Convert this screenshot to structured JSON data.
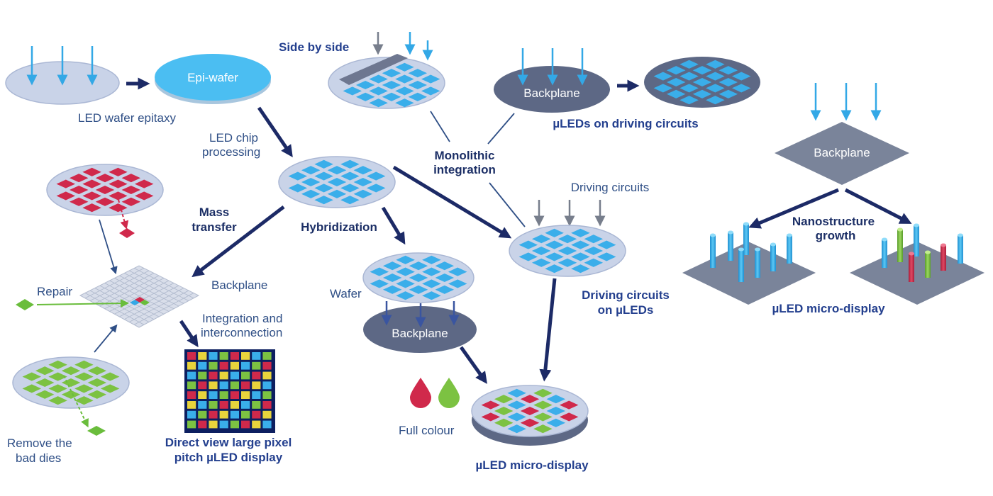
{
  "labels": {
    "led_wafer_epitaxy": "LED wafer epitaxy",
    "epi_wafer": "Epi-wafer",
    "led_chip_processing_1": "LED chip",
    "led_chip_processing_2": "processing",
    "side_by_side": "Side by side",
    "backplane": "Backplane",
    "uleds_on_driving_circuits": "µLEDs on driving circuits",
    "monolithic_1": "Monolithic",
    "monolithic_2": "integration",
    "mass_transfer_1": "Mass",
    "mass_transfer_2": "transfer",
    "hybridization": "Hybridization",
    "driving_circuits": "Driving circuits",
    "driving_on_uleds_1": "Driving circuits",
    "driving_on_uleds_2": "on µLEDs",
    "repair": "Repair",
    "integration_1": "Integration and",
    "integration_2": "interconnection",
    "wafer": "Wafer",
    "remove_bad_1": "Remove the",
    "remove_bad_2": "bad dies",
    "direct_view_1": "Direct view large pixel",
    "direct_view_2": "pitch µLED display",
    "full_colour": "Full colour",
    "micro_display": "µLED micro-display",
    "nano_growth_1": "Nanostructure",
    "nano_growth_2": "growth",
    "micro_display_right": "µLED micro-display"
  },
  "colors": {
    "navy": "#1c2a66",
    "wafer": "#c9d3e8",
    "wafer_edge": "#aab7d4",
    "epi": "#4bbef2",
    "chip": "#3aaeea",
    "backplane_dark": "#5d6885",
    "backplane_flat": "#8a94a8",
    "red": "#d0294b",
    "green": "#7cc242",
    "yellow": "#e8d43c",
    "thin_arrow": "#33a8e6",
    "gray_arrow": "#777e8c",
    "repair_green": "#6abd3c"
  }
}
